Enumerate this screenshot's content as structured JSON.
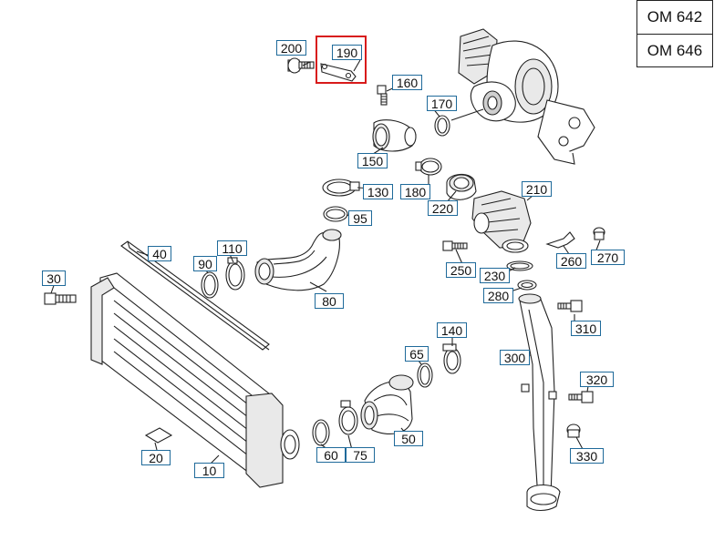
{
  "engines": [
    "OM 642",
    "OM 646"
  ],
  "highlighted_part": "190",
  "parts": [
    "200",
    "190",
    "160",
    "170",
    "150",
    "130",
    "180",
    "220",
    "95",
    "210",
    "40",
    "110",
    "90",
    "250",
    "230",
    "270",
    "260",
    "30",
    "80",
    "280",
    "310",
    "140",
    "65",
    "300",
    "320",
    "50",
    "60",
    "75",
    "20",
    "10",
    "330"
  ]
}
